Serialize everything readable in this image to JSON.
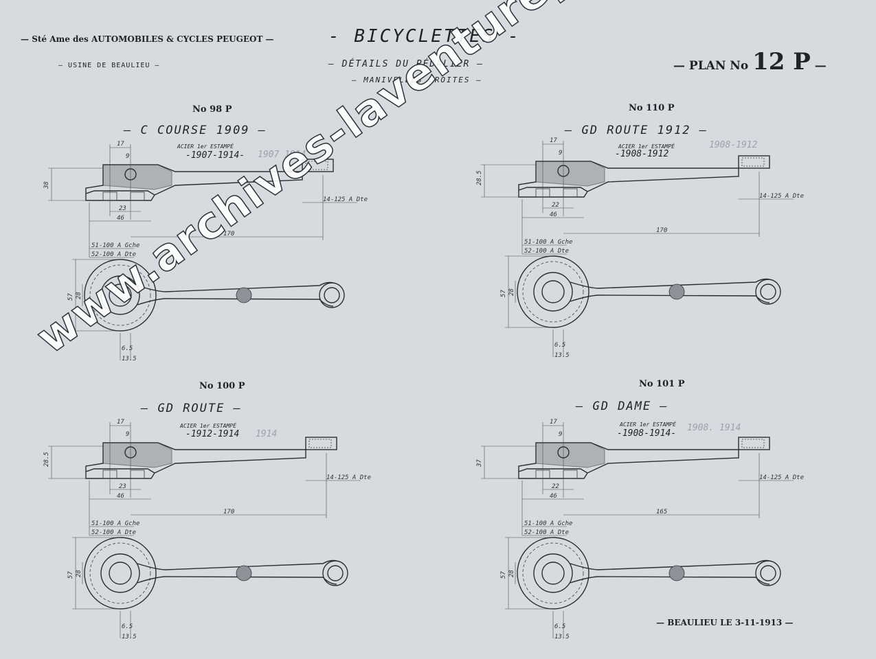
{
  "header": {
    "company": "Sté Ame des AUTOMOBILES & CYCLES PEUGEOT",
    "factory": "USINE DE BEAULIEU",
    "title": "BICYCLETTES",
    "subtitle_1": "DÉTAILS DU PÉDALIER",
    "subtitle_2": "MANIVELLES DROITES",
    "plan_label": "PLAN No",
    "plan_number": "12 P"
  },
  "drawings": [
    {
      "number": "No 98 P",
      "model": "C COURSE 1909",
      "material": "ACIER 1er ESTAMPÉ",
      "years": "-1907-1914-",
      "faint_years": "1907 1914",
      "dims": {
        "a": "17",
        "b": "9",
        "c": "38",
        "d": "23",
        "e": "46",
        "length": "170",
        "f": "51-100 A Gche",
        "g": "52-100 A Dte",
        "h": "57",
        "i": "28",
        "j": "6.5",
        "k": "13.5",
        "thread": "14-125 A Dte"
      }
    },
    {
      "number": "No 110 P",
      "model": "GD ROUTE 1912",
      "material": "ACIER 1er ESTAMPÉ",
      "years": "-1908-1912",
      "faint_years": "1908-1912",
      "dims": {
        "a": "17",
        "b": "9",
        "c": "28.5",
        "d": "22",
        "e": "46",
        "length": "170",
        "f": "51-100 A Gche",
        "g": "52-100 A Dte",
        "h": "57",
        "i": "28",
        "j": "6.5",
        "k": "13.5",
        "thread": "14-125 A Dte"
      }
    },
    {
      "number": "No 100 P",
      "model": "GD ROUTE",
      "material": "ACIER 1er ESTAMPÉ",
      "years": "-1912-1914",
      "faint_years": "1914",
      "dims": {
        "a": "17",
        "b": "9",
        "c": "28.5",
        "d": "23",
        "e": "46",
        "length": "170",
        "f": "51-100 A Gche",
        "g": "52-100 A Dte",
        "h": "57",
        "i": "28",
        "j": "6.5",
        "k": "13.5",
        "thread": "14-125 A Dte"
      }
    },
    {
      "number": "No 101 P",
      "model": "GD DAME",
      "material": "ACIER 1er ESTAMPÉ",
      "years": "-1908-1914-",
      "faint_years": "1908. 1914",
      "dims": {
        "a": "17",
        "b": "9",
        "c": "37",
        "d": "22",
        "e": "46",
        "length": "165",
        "f": "51-100 A Gche",
        "g": "52-100 A Dte",
        "h": "57",
        "i": "28",
        "j": "6.5",
        "k": "13.5",
        "thread": "14-125 A Dte"
      }
    }
  ],
  "footer": {
    "place_date": "BEAULIEU LE 3-11-1913"
  },
  "watermark": "www.archives-laventurepeugeot-citroends.com"
}
